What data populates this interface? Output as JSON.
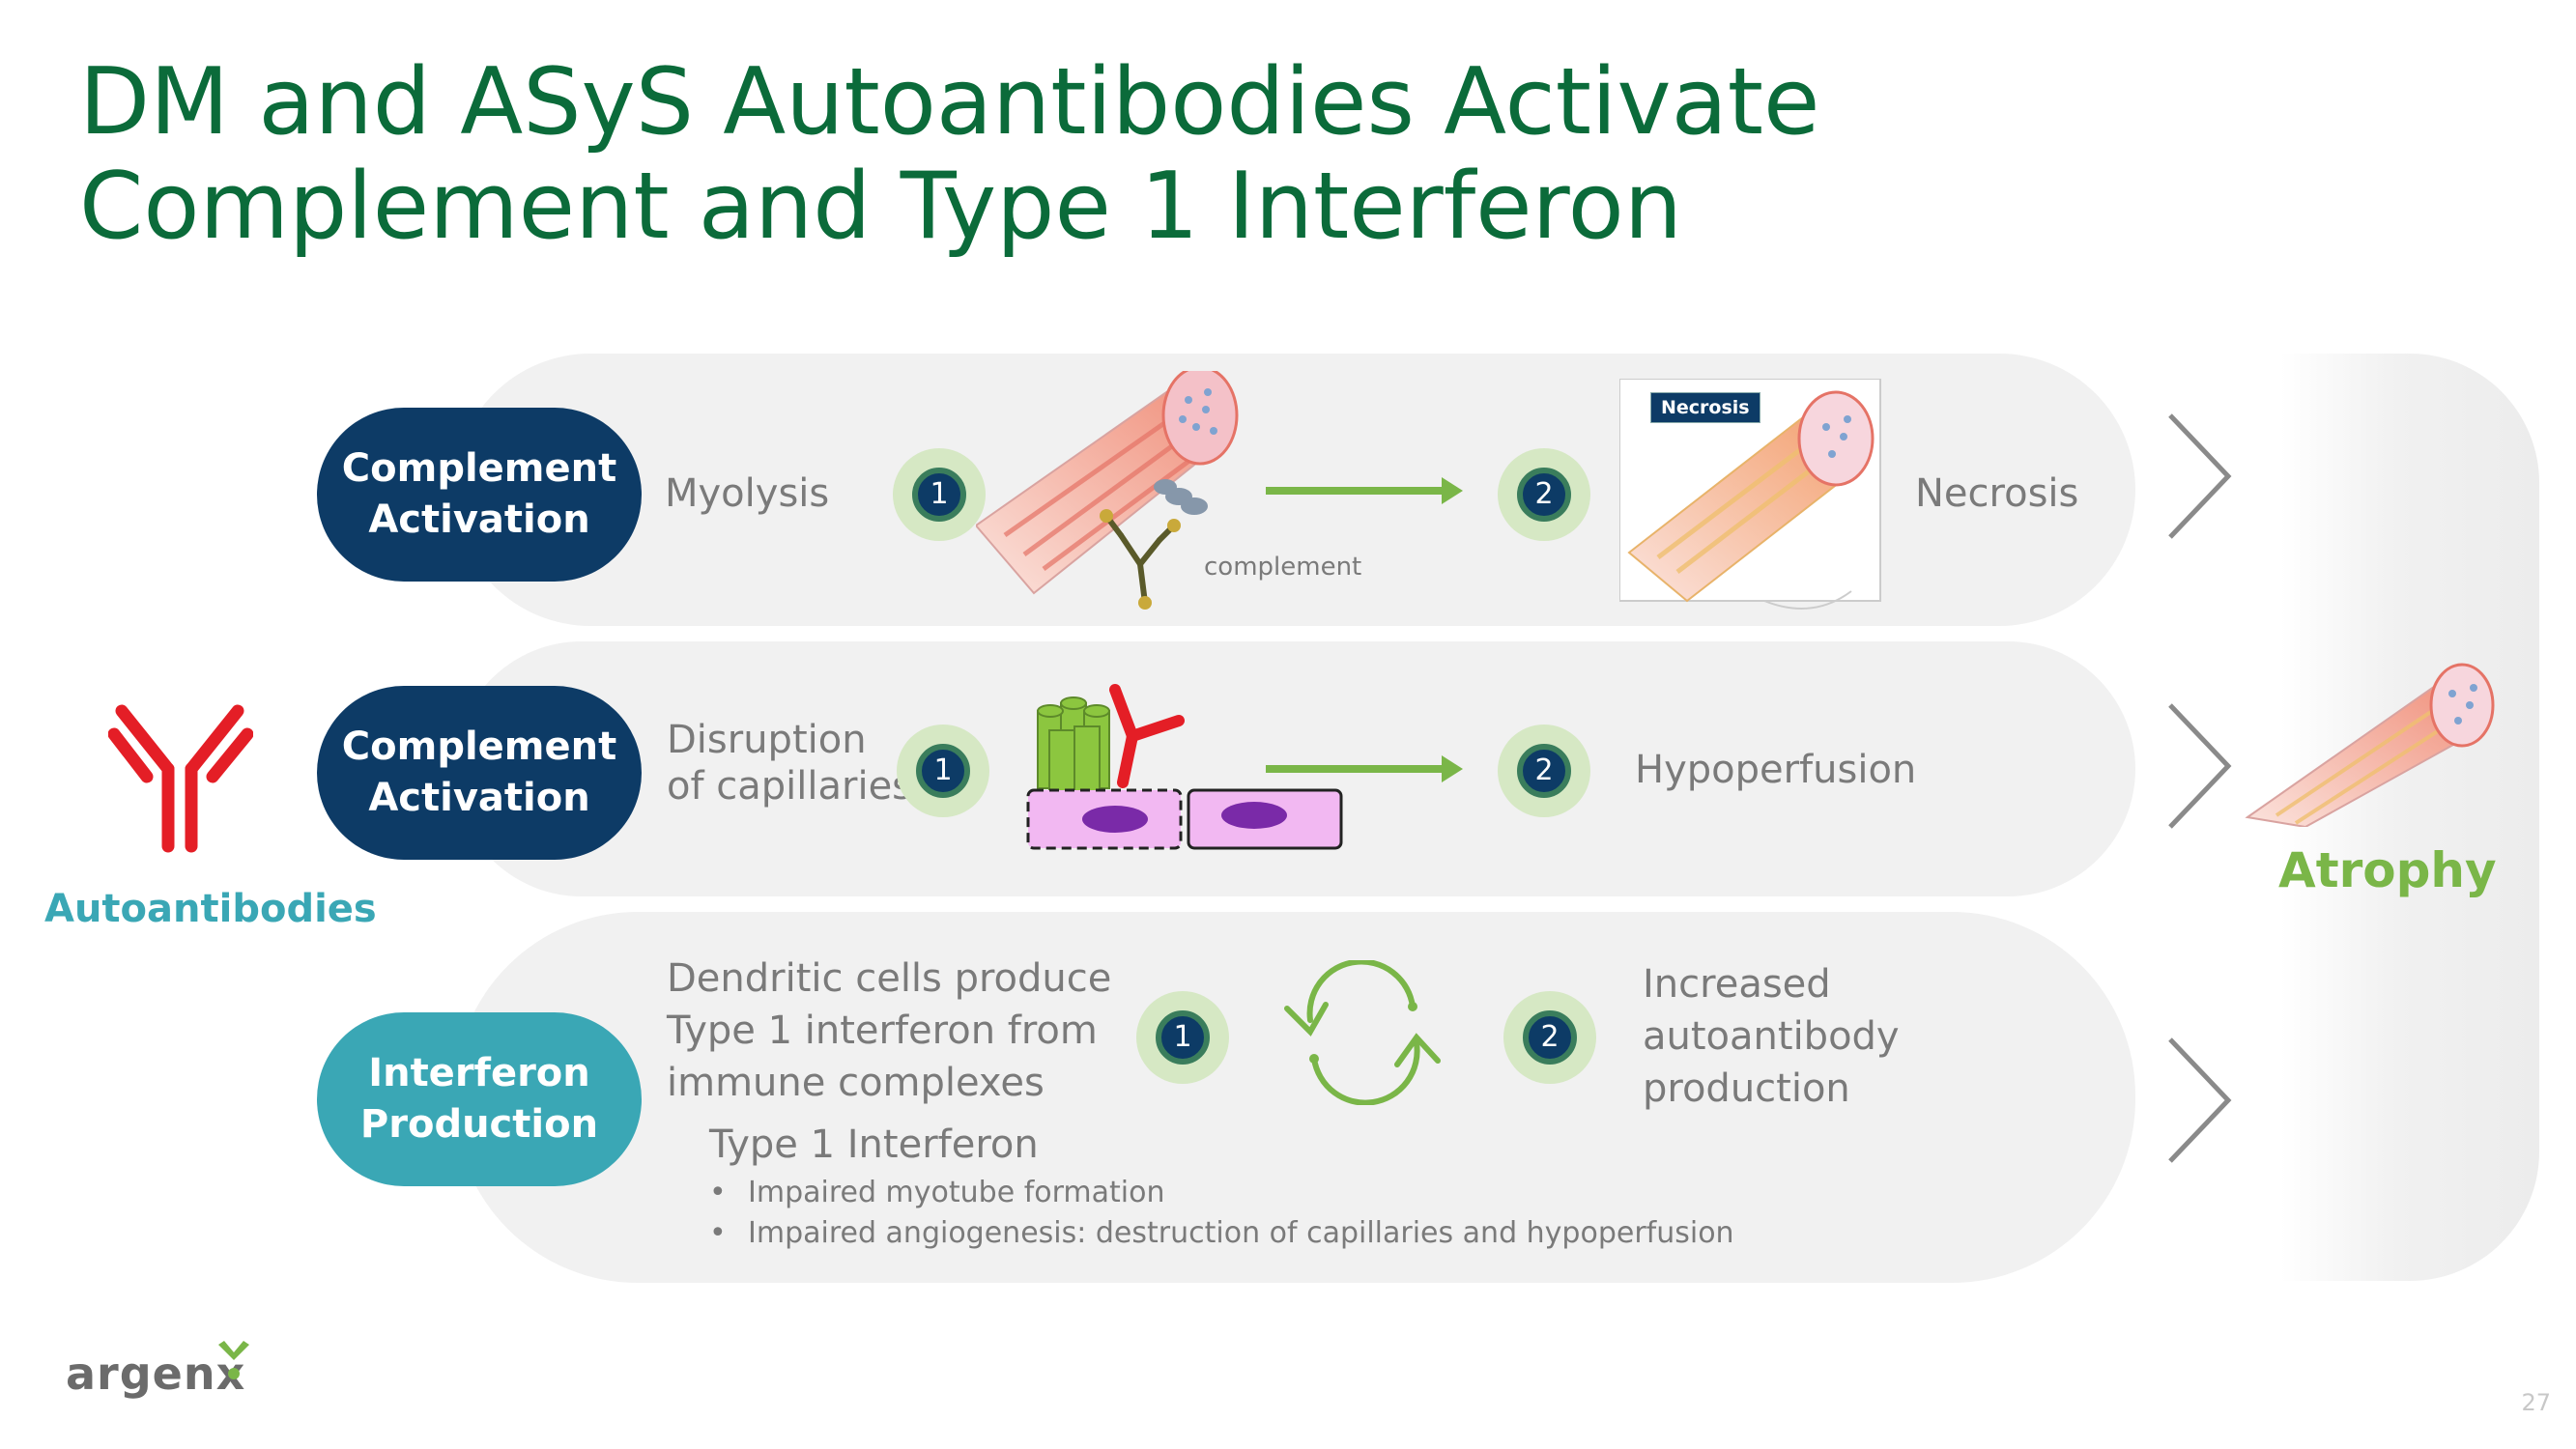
{
  "title": "DM and ASyS Autoantibodies Activate Complement and Type 1 Interferon",
  "autoantibodies_label": "Autoantibodies",
  "atrophy_label": "Atrophy",
  "rows": [
    {
      "pill": [
        "Complement",
        "Activation"
      ],
      "left_text": [
        "Myolysis"
      ],
      "step1": "1",
      "step2": "2",
      "right_text": [
        "Necrosis"
      ],
      "caption": "complement",
      "tag": "Necrosis"
    },
    {
      "pill": [
        "Complement",
        "Activation"
      ],
      "left_text": [
        "Disruption",
        "of capillaries"
      ],
      "step1": "1",
      "step2": "2",
      "right_text": [
        "Hypoperfusion"
      ]
    },
    {
      "pill": [
        "Interferon",
        "Production"
      ],
      "left_text": [
        "Dendritic cells produce",
        "Type 1 interferon from",
        "immune complexes"
      ],
      "step1": "1",
      "step2": "2",
      "right_text": [
        "Increased",
        "autoantibody",
        "production"
      ],
      "sub_heading": "Type 1 Interferon",
      "bullets": [
        "Impaired myotube formation",
        "Impaired angiogenesis: destruction of capillaries and hypoperfusion"
      ]
    }
  ],
  "logo": "argenx",
  "page_number": "27",
  "colors": {
    "title": "#0b6b3a",
    "pill_dark": "#0d3b66",
    "pill_teal": "#3aa7b5",
    "accent_green": "#7ab648",
    "antibody_red": "#e41e26"
  }
}
